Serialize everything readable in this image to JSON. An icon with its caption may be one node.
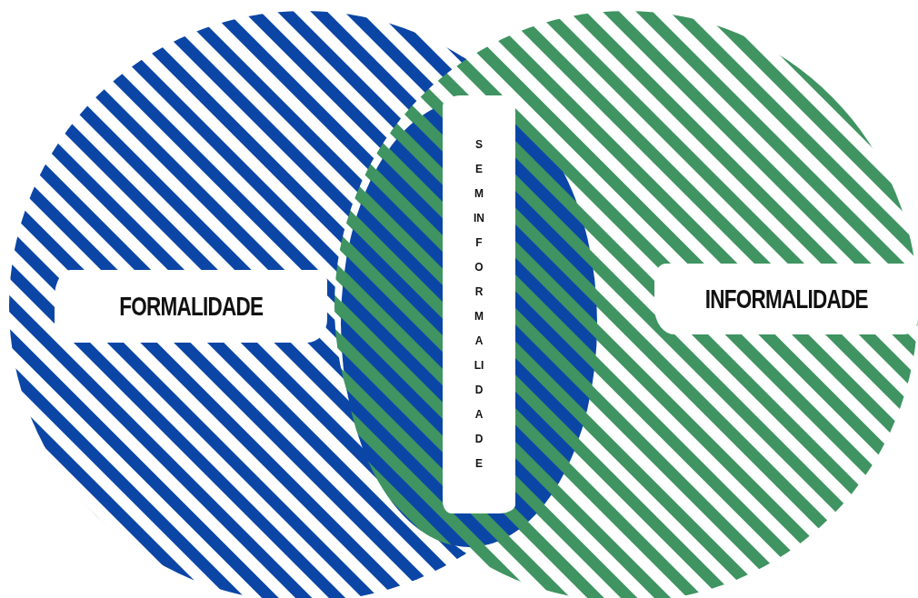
{
  "diagram": {
    "nodes": [
      {
        "text": [
          "FORMALIDADE"
        ]
      },
      {
        "text": [
          "INFORMALIDADE"
        ]
      },
      {
        "text": [
          "SEMINFORMALIDADE"
        ]
      }
    ]
  }
}
